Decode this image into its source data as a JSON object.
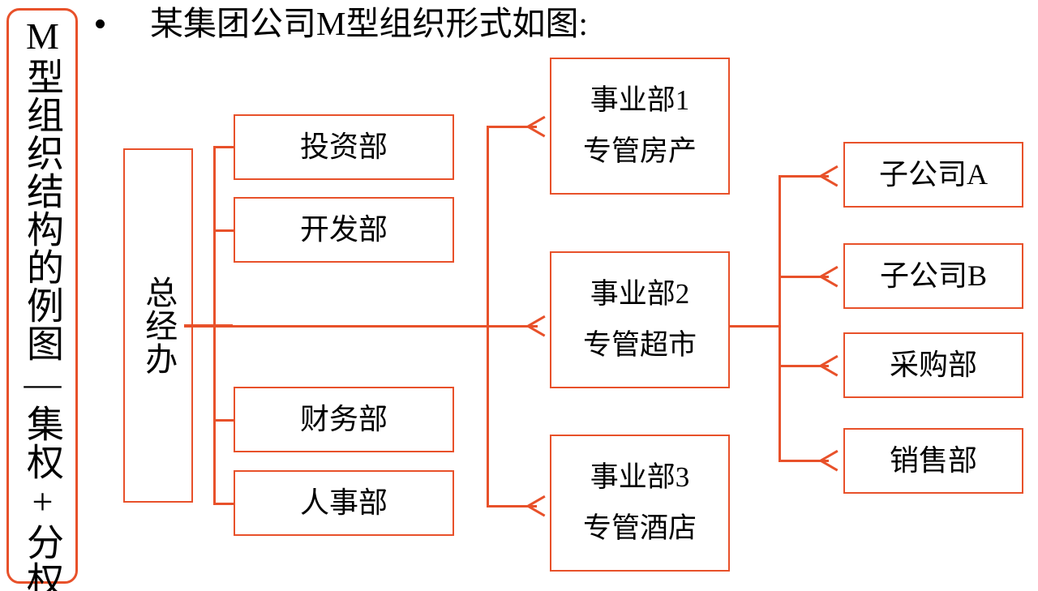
{
  "slide": {
    "title": "某集团公司M型组织形式如图:",
    "bullet_glyph": "•",
    "side_caption": "M型组织结构的例图—集权+分权",
    "accent_color": "#E8512A",
    "text_color": "#000000",
    "background_color": "#FFFFFF"
  },
  "diagram": {
    "type": "org-chart",
    "root": {
      "id": "gm-office",
      "label": "总经办",
      "orientation": "vertical-text"
    },
    "staff_departments": [
      {
        "id": "dept-investment",
        "label": "投资部"
      },
      {
        "id": "dept-development",
        "label": "开发部"
      },
      {
        "id": "dept-finance",
        "label": "财务部"
      },
      {
        "id": "dept-hr",
        "label": "人事部"
      }
    ],
    "divisions": [
      {
        "id": "division-1",
        "line1": "事业部1",
        "line2": "专管房产"
      },
      {
        "id": "division-2",
        "line1": "事业部2",
        "line2": "专管超市"
      },
      {
        "id": "division-3",
        "line1": "事业部3",
        "line2": "专管酒店"
      }
    ],
    "division2_children": [
      {
        "id": "subsidiary-a",
        "label": "子公司A"
      },
      {
        "id": "subsidiary-b",
        "label": "子公司B"
      },
      {
        "id": "dept-purchasing",
        "label": "采购部"
      },
      {
        "id": "dept-sales",
        "label": "销售部"
      }
    ]
  }
}
